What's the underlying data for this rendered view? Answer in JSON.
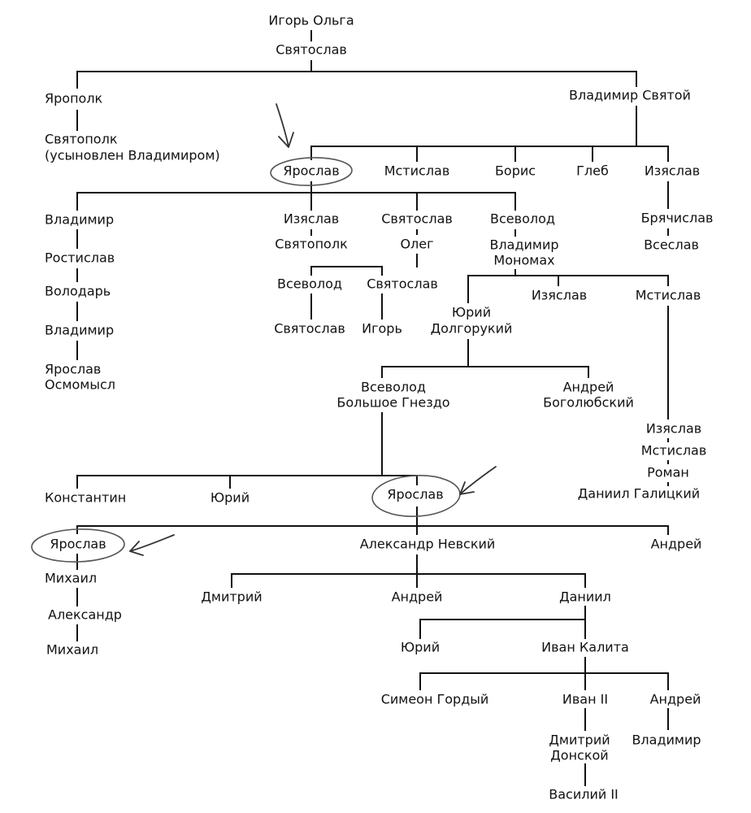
{
  "names": {
    "igor_olga": "Игорь Ольга",
    "svyatoslav_root": "Святослав",
    "yaropolk": "Ярополк",
    "vladimir_svyatoy": "Владимир Святой",
    "svyatopolk_1": "Святополк",
    "svyatopolk_1_note": "(усыновлен Владимиром)",
    "yaroslav_mudry": "Ярослав",
    "mstislav_1": "Мстислав",
    "boris": "Борис",
    "gleb": "Глеб",
    "izyaslav_1": "Изяслав",
    "vladimir_2": "Владимир",
    "rostislav": "Ростислав",
    "volodar": "Володарь",
    "vladimir_3": "Владимир",
    "yaroslav_osmomysl_1": "Ярослав",
    "yaroslav_osmomysl_2": "Осмомысл",
    "izyaslav_2": "Изяслав",
    "svyatopolk_2": "Святополк",
    "svyatoslav_2": "Святослав",
    "oleg": "Олег",
    "vsevolod_1": "Всеволод",
    "vladimir_monomakh_1": "Владимир",
    "vladimir_monomakh_2": "Мономах",
    "bryachislav": "Брячислав",
    "vseslav": "Всеслав",
    "vsevolod_2": "Всеволод",
    "svyatoslav_3": "Святослав",
    "svyatoslav_4": "Святослав",
    "igor": "Игорь",
    "yuri_dolgoruky_1": "Юрий",
    "yuri_dolgoruky_2": "Долгорукий",
    "izyaslav_3": "Изяслав",
    "mstislav_2": "Мстислав",
    "vsevolod_bg_1": "Всеволод",
    "vsevolod_bg_2": "Большое Гнездо",
    "andrey_bog_1": "Андрей",
    "andrey_bog_2": "Боголюбский",
    "izyaslav_4": "Изяслав",
    "mstislav_3": "Мстислав",
    "roman": "Роман",
    "daniil_galitsky": "Даниил Галицкий",
    "konstantin": "Константин",
    "yuri_2": "Юрий",
    "yaroslav_vsevolodovich": "Ярослав",
    "yaroslav_tverskoy": "Ярослав",
    "alexander_nevsky": "Александр Невский",
    "andrey_2": "Андрей",
    "mikhail_1": "Михаил",
    "alexander_2": "Александр",
    "mikhail_2": "Михаил",
    "dmitry_1": "Дмитрий",
    "andrey_3": "Андрей",
    "daniil": "Даниил",
    "yuri_3": "Юрий",
    "ivan_kalita": "Иван Калита",
    "simeon_gordy": "Симеон Гордый",
    "ivan_2": "Иван II",
    "andrey_4": "Андрей",
    "dmitry_donskoy_1": "Дмитрий",
    "dmitry_donskoy_2": "Донской",
    "vladimir_4": "Владимир",
    "vasily_2": "Василий II"
  }
}
